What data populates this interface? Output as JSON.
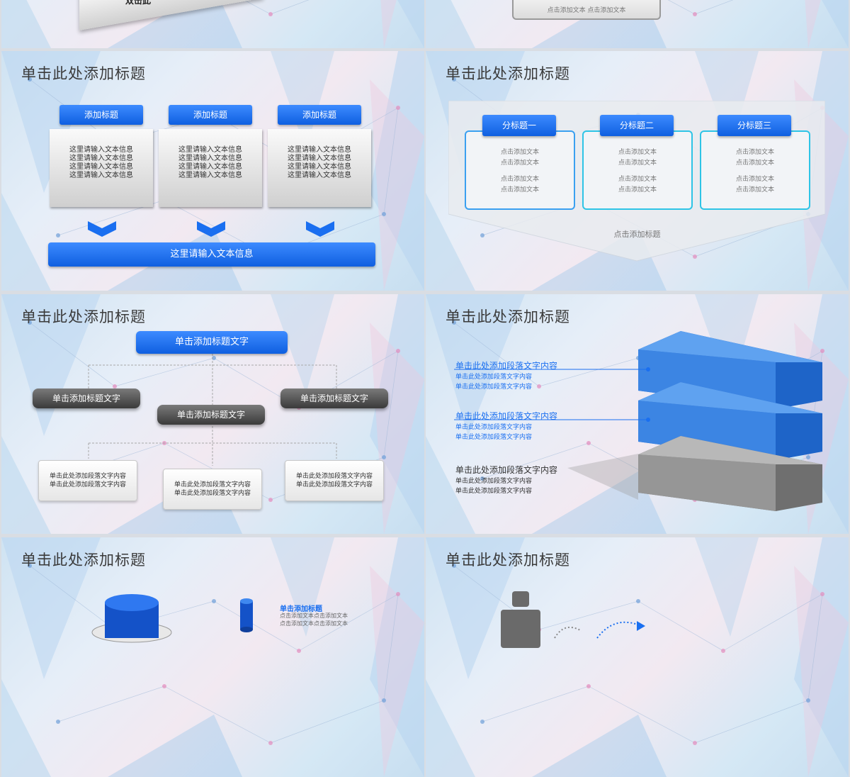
{
  "slide_title": "单击此处添加标题",
  "top_row": {
    "left_partial_text": "双击此",
    "right_partial_text": "点击添加文本 点击添加文本"
  },
  "slide3": {
    "headers": [
      "添加标题",
      "添加标题",
      "添加标题"
    ],
    "box_lines": [
      "这里请输入文本信息",
      "这里请输入文本信息",
      "这里请输入文本信息",
      "这里请输入文本信息"
    ],
    "bottom_bar": "这里请输入文本信息"
  },
  "slide4": {
    "tabs": [
      "分标题一",
      "分标题二",
      "分标题三"
    ],
    "body_line": "点击添加文本",
    "footer": "点击添加标题"
  },
  "slide5": {
    "top": "单击添加标题文字",
    "mid": [
      "单击添加标题文字",
      "单击添加标题文字",
      "单击添加标题文字"
    ],
    "para": "单击此处添加段落文字内容"
  },
  "slide6": {
    "heading": "单击此处添加段落文字内容",
    "sub": "单击此处添加段落文字内容"
  },
  "slide7": {
    "heading": "单击添加标题",
    "sub": "点击添加文本点击添加文本"
  },
  "colors": {
    "accent": "#1a6ff0",
    "cyan": "#2ec4e6",
    "gray": "#5a5a5a"
  }
}
